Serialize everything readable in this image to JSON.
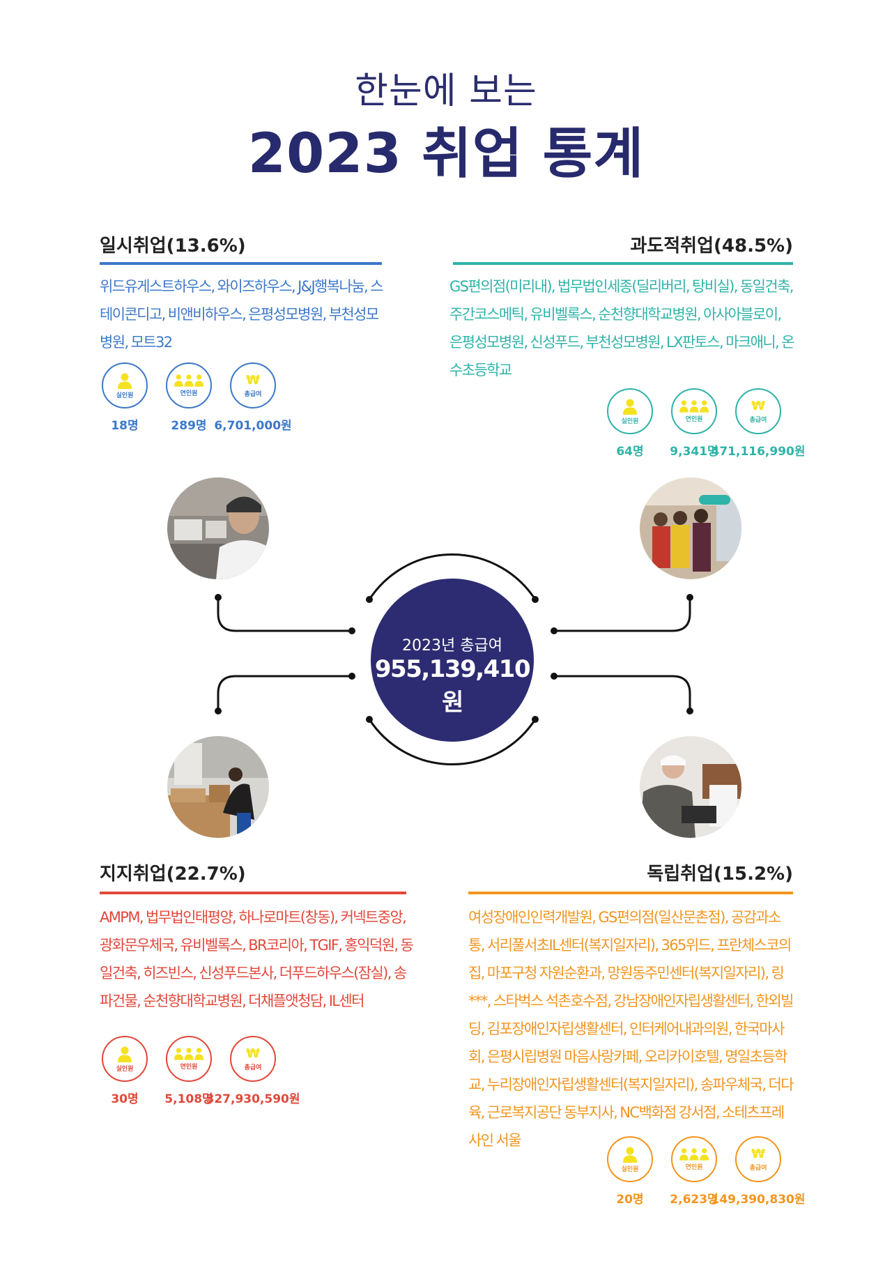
{
  "header": {
    "subtitle": "한눈에 보는",
    "title": "2023 취업 통계"
  },
  "center": {
    "label": "2023년 총급여",
    "value": "955,139,410원"
  },
  "stat_labels": {
    "employees": "실인원",
    "cumulative": "연인원",
    "salary": "총급여"
  },
  "colors": {
    "navy": "#2d2b71",
    "temporary": "#3c78c8",
    "transitional": "#2fb3a8",
    "supported": "#e1483a",
    "independent": "#f2951f",
    "person_icon": "#f4e21e"
  },
  "icons": [
    "person-icon",
    "group-icon",
    "won-icon"
  ],
  "sections": {
    "temporary": {
      "title": "일시취업(13.6%)",
      "description": "위드유게스트하우스, 와이즈하우스, J&J행복나눔, 스테이콘디고, 비앤비하우스, 은평성모병원, 부천성모병원, 모트32",
      "employees": "18명",
      "cumulative": "289명",
      "salary": "6,701,000원"
    },
    "transitional": {
      "title": "과도적취업(48.5%)",
      "description": "GS편의점(미리내), 법무법인세종(딜리버리, 탕비실), 동일건축, 주간코스메틱, 유비벨록스, 순천향대학교병원, 아사아블로이, 은평성모병원, 신성푸드, 부천성모병원, LX판토스, 마크애니, 온수초등학교",
      "employees": "64명",
      "cumulative": "9,341명",
      "salary": "471,116,990원"
    },
    "supported": {
      "title": "지지취업(22.7%)",
      "description": "AMPM, 법무법인태평양, 하나로마트(창동), 커넥트중앙, 광화문우체국, 유비벨록스, BR코리아, TGIF, 홍익덕원, 동일건축, 히즈빈스, 신성푸드본사, 더푸드하우스(잠실), 송파건물, 순천향대학교병원, 더채플앳청담, IL센터",
      "employees": "30명",
      "cumulative": "5,108명",
      "salary": "327,930,590원"
    },
    "independent": {
      "title": "독립취업(15.2%)",
      "description": "여성장애인인력개발원, GS편의점(일산문촌점), 공감과소통, 서리풀서초IL센터(복지일자리), 365위드, 프란체스코의집, 마포구청 자원순환과, 망원동주민센터(복지일자리), 링***, 스타벅스 석촌호수점, 강남장애인자립생활센터, 한외빌딩, 김포장애인자립생활센터, 인터케어내과의원, 한국마사회, 은평시립병원 마음사랑카페, 오리카이호텔, 명일초등학교, 누리장애인자립생활센터(복지일자리), 송파우체국, 더다육, 근로복지공단 동부지사, NC백화점 강서점, 소테츠프레사인 서울",
      "employees": "20명",
      "cumulative": "2,623명",
      "salary": "149,390,830원"
    }
  }
}
